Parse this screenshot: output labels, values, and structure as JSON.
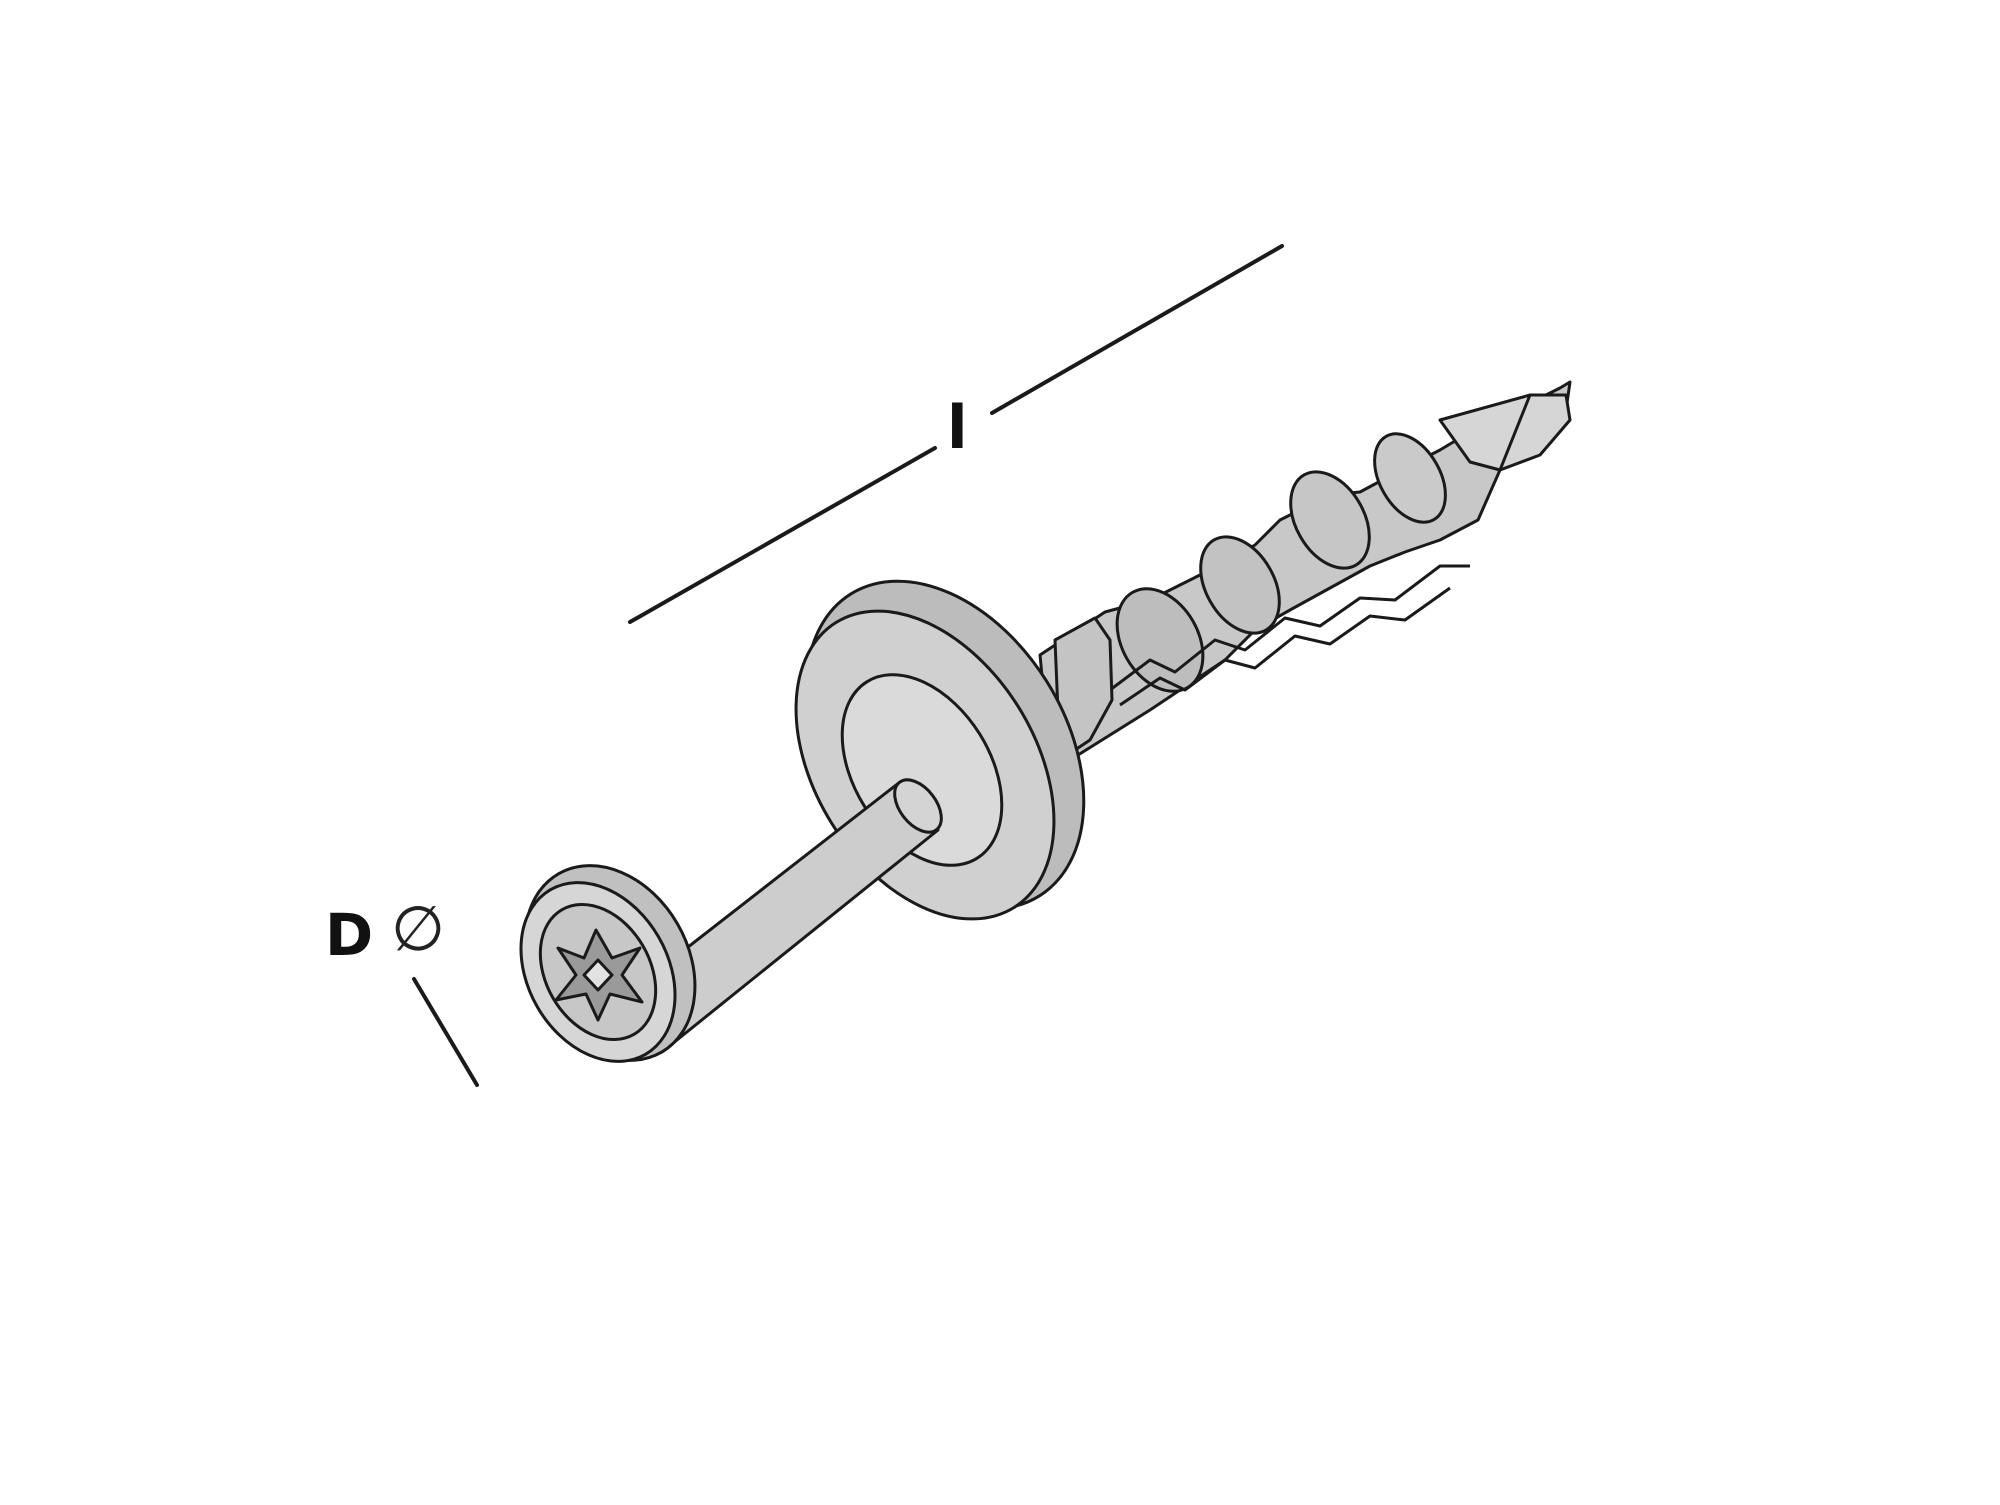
{
  "diagram": {
    "subject": "hammer-set-anchor",
    "labels": {
      "length": "l",
      "diameter": "D",
      "diameter_symbol": "∅"
    },
    "colors": {
      "line": "#1a1a1a",
      "body_fill": "#cfcfcf",
      "body_shade": "#b4b4b4",
      "body_dark": "#8f8f8f",
      "background": "#ffffff"
    }
  }
}
